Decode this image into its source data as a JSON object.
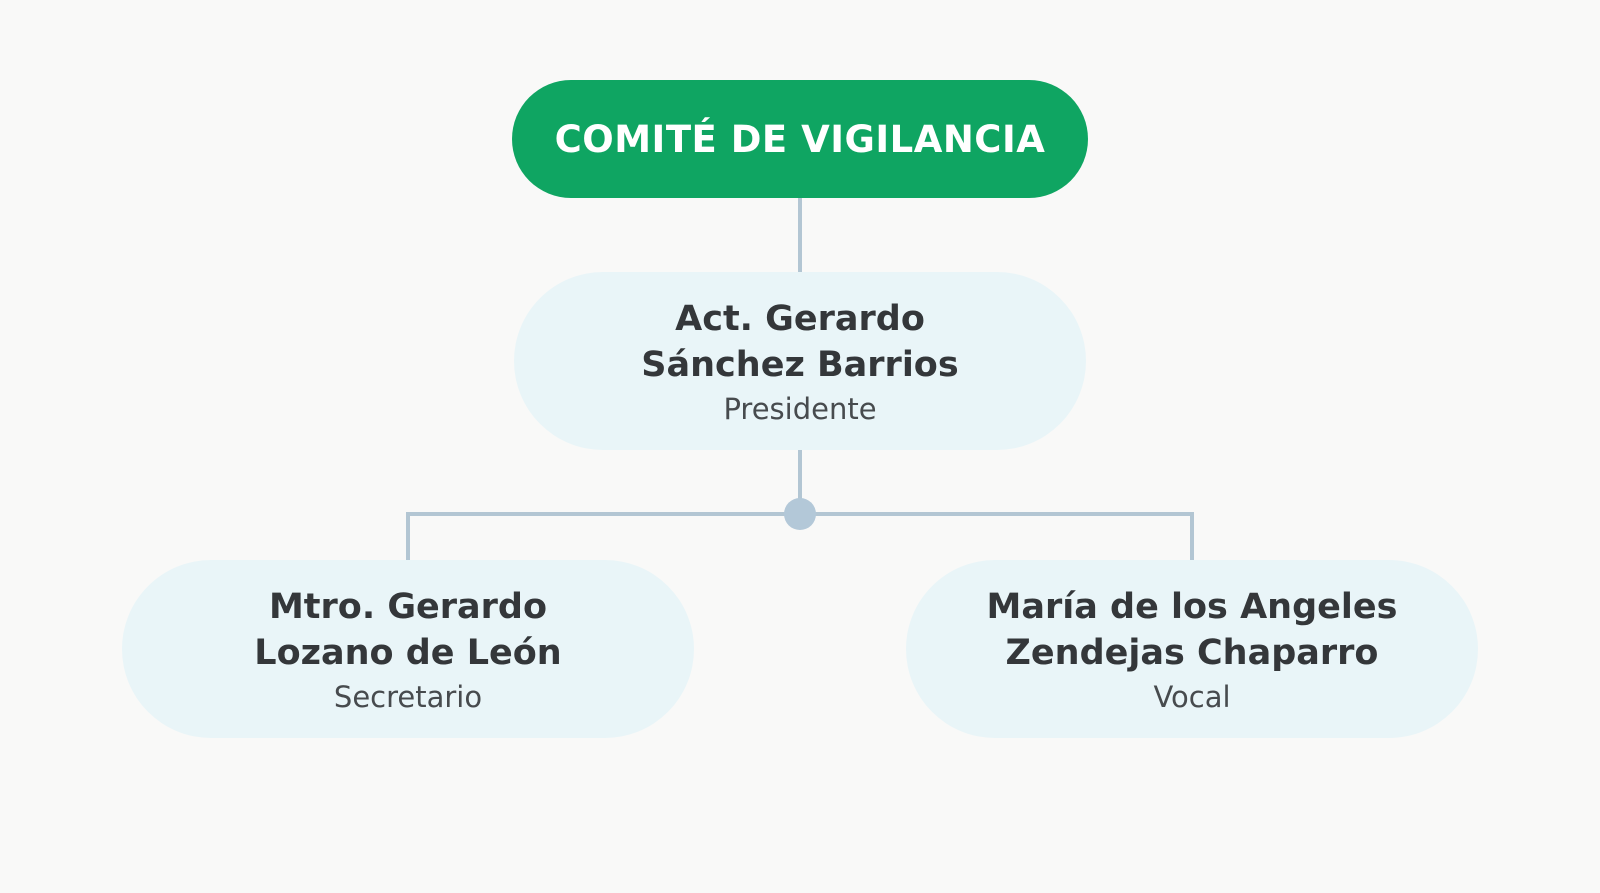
{
  "chart": {
    "title": "COMITÉ DE VIGILANCIA",
    "colors": {
      "header_fill": "#0fa562",
      "header_text": "#ffffff",
      "node_fill": "#e9f5f8",
      "connector": "#b3c6d3",
      "name_text": "#34373a",
      "role_text": "#474b4e",
      "background": "#f9f9f8"
    },
    "president": {
      "name": "Act. Gerardo\nSánchez Barrios",
      "role": "Presidente"
    },
    "members": [
      {
        "name": "Mtro. Gerardo\nLozano de León",
        "role": "Secretario"
      },
      {
        "name": "María de los Angeles\nZendejas Chaparro",
        "role": "Vocal"
      }
    ]
  }
}
